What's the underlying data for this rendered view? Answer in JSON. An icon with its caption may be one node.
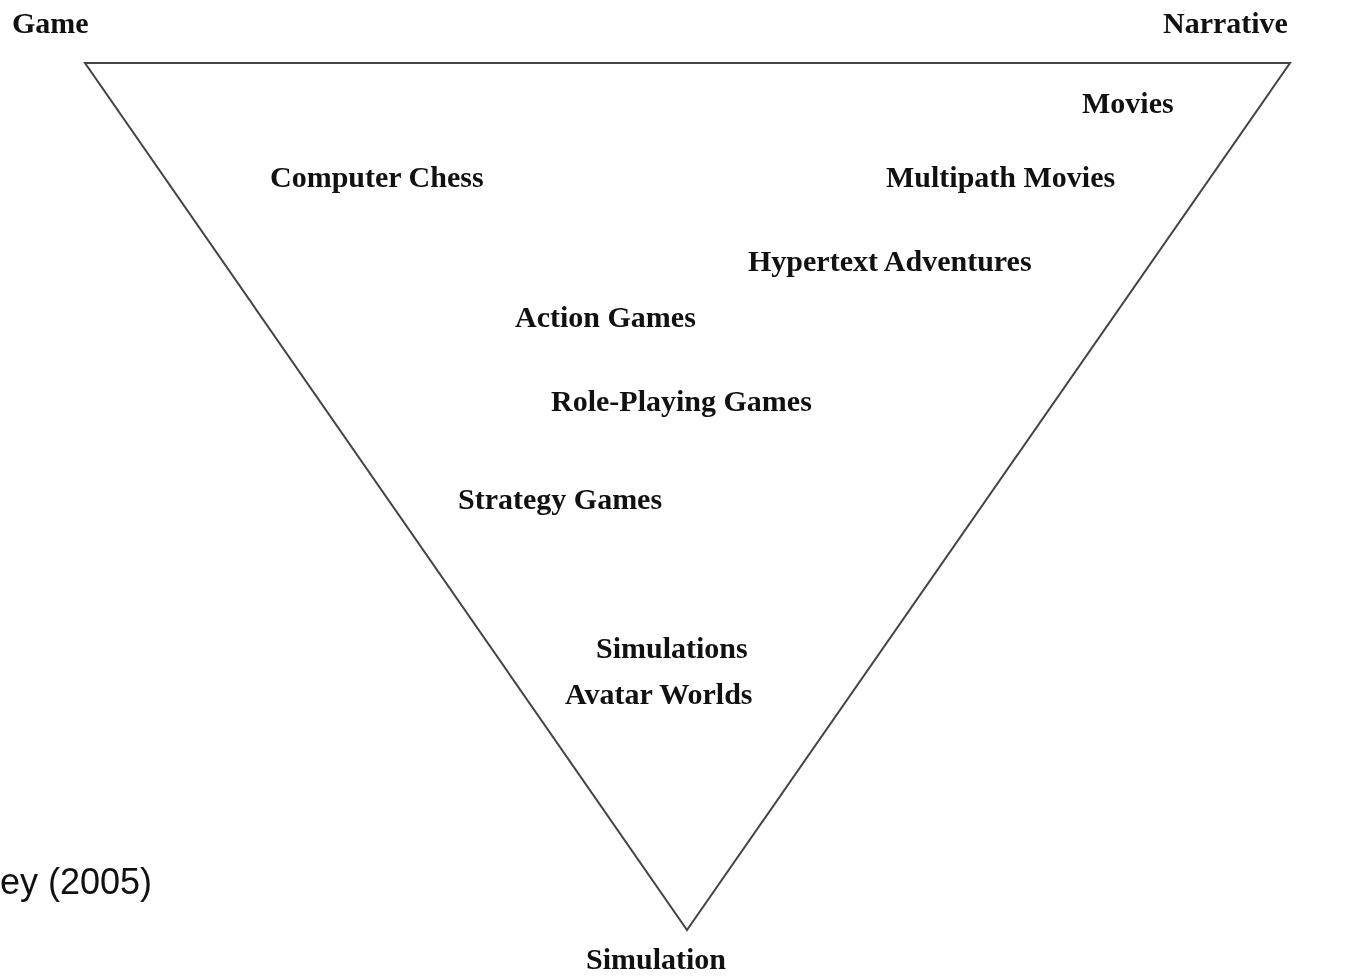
{
  "diagram": {
    "labels": [
      "Game",
      "Narrative",
      "Movies",
      "Computer Chess",
      "Multipath Movies",
      "Hypertext Adventures",
      "Action Games",
      "Role-Playing Games",
      "Strategy Games",
      "Simulations",
      "Avatar Worlds",
      "ey (2005)",
      "Simulation"
    ]
  }
}
